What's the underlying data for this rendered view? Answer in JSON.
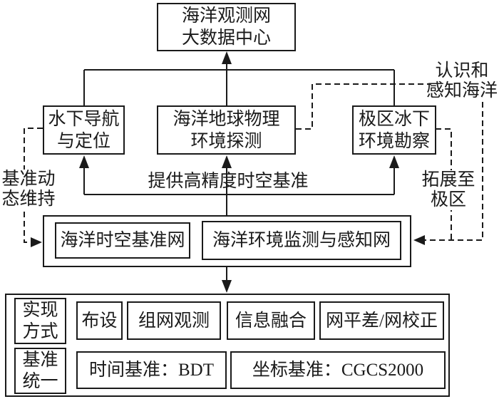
{
  "nodes": {
    "data_center": [
      "海洋观测网",
      "大数据中心"
    ],
    "underwater_nav": [
      "水下导航",
      "与定位"
    ],
    "geophysical": [
      "海洋地球物理",
      "环境探测"
    ],
    "polar_ice": [
      "极区冰下",
      "环境勘察"
    ],
    "spatiotemporal_net": "海洋时空基准网",
    "monitor_net": "海洋环境监测与感知网"
  },
  "labels": {
    "provide_reference": "提供高精度时空基准",
    "datum_maintain": [
      "基准动",
      "态维持"
    ],
    "perceive_ocean": [
      "认识和",
      "感知海洋"
    ],
    "extend_polar": [
      "拓展至",
      "极区"
    ]
  },
  "bottom_panel": {
    "row1_header": [
      "实现",
      "方式"
    ],
    "row1_cells": [
      "布设",
      "组网观测",
      "信息融合",
      "网平差/网校正"
    ],
    "row2_header": [
      "基准",
      "统一"
    ],
    "row2_cells": [
      "时间基准：BDT",
      "坐标基准：CGCS2000"
    ]
  },
  "colors": {
    "ink": "#1a1a1a",
    "background": "#ffffff"
  }
}
